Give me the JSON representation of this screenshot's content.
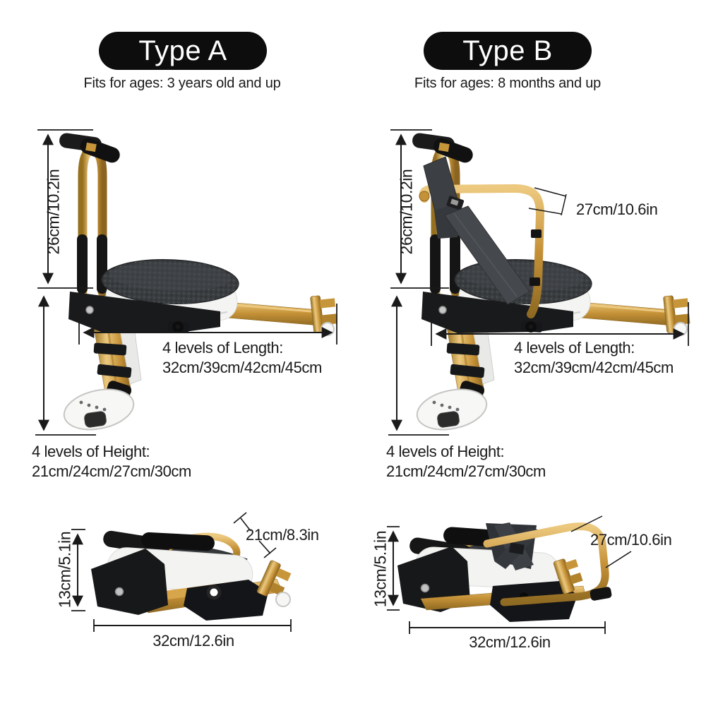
{
  "type_a": {
    "badge": "Type A",
    "fits": "Fits for ages: 3 years old and up",
    "seat_height": "26cm/10.2in",
    "length_label": "4 levels of Length:",
    "length_values": "32cm/39cm/42cm/45cm",
    "height_label": "4 levels of Height:",
    "height_values": "21cm/24cm/27cm/30cm"
  },
  "type_b": {
    "badge": "Type B",
    "fits": "Fits for ages: 8 months and up",
    "seat_height": "26cm/10.2in",
    "backrest_width": "27cm/10.6in",
    "length_label": "4 levels of Length:",
    "length_values": "32cm/39cm/42cm/45cm",
    "height_label": "4 levels of Height:",
    "height_values": "21cm/24cm/27cm/30cm"
  },
  "folded_a": {
    "folded_height": "13cm/5.1in",
    "folded_depth": "21cm/8.3in",
    "folded_width": "32cm/12.6in"
  },
  "folded_b": {
    "folded_height": "13cm/5.1in",
    "backrest_width": "27cm/10.6in",
    "folded_width": "32cm/12.6in"
  },
  "colors": {
    "gold": "#C8923A",
    "frame_black": "#141414",
    "cushion_gray": "#3B3E41",
    "annotation_text": "#1A1A1A",
    "badge_bg": "#0D0D0D",
    "badge_text": "#FFFFFF"
  }
}
